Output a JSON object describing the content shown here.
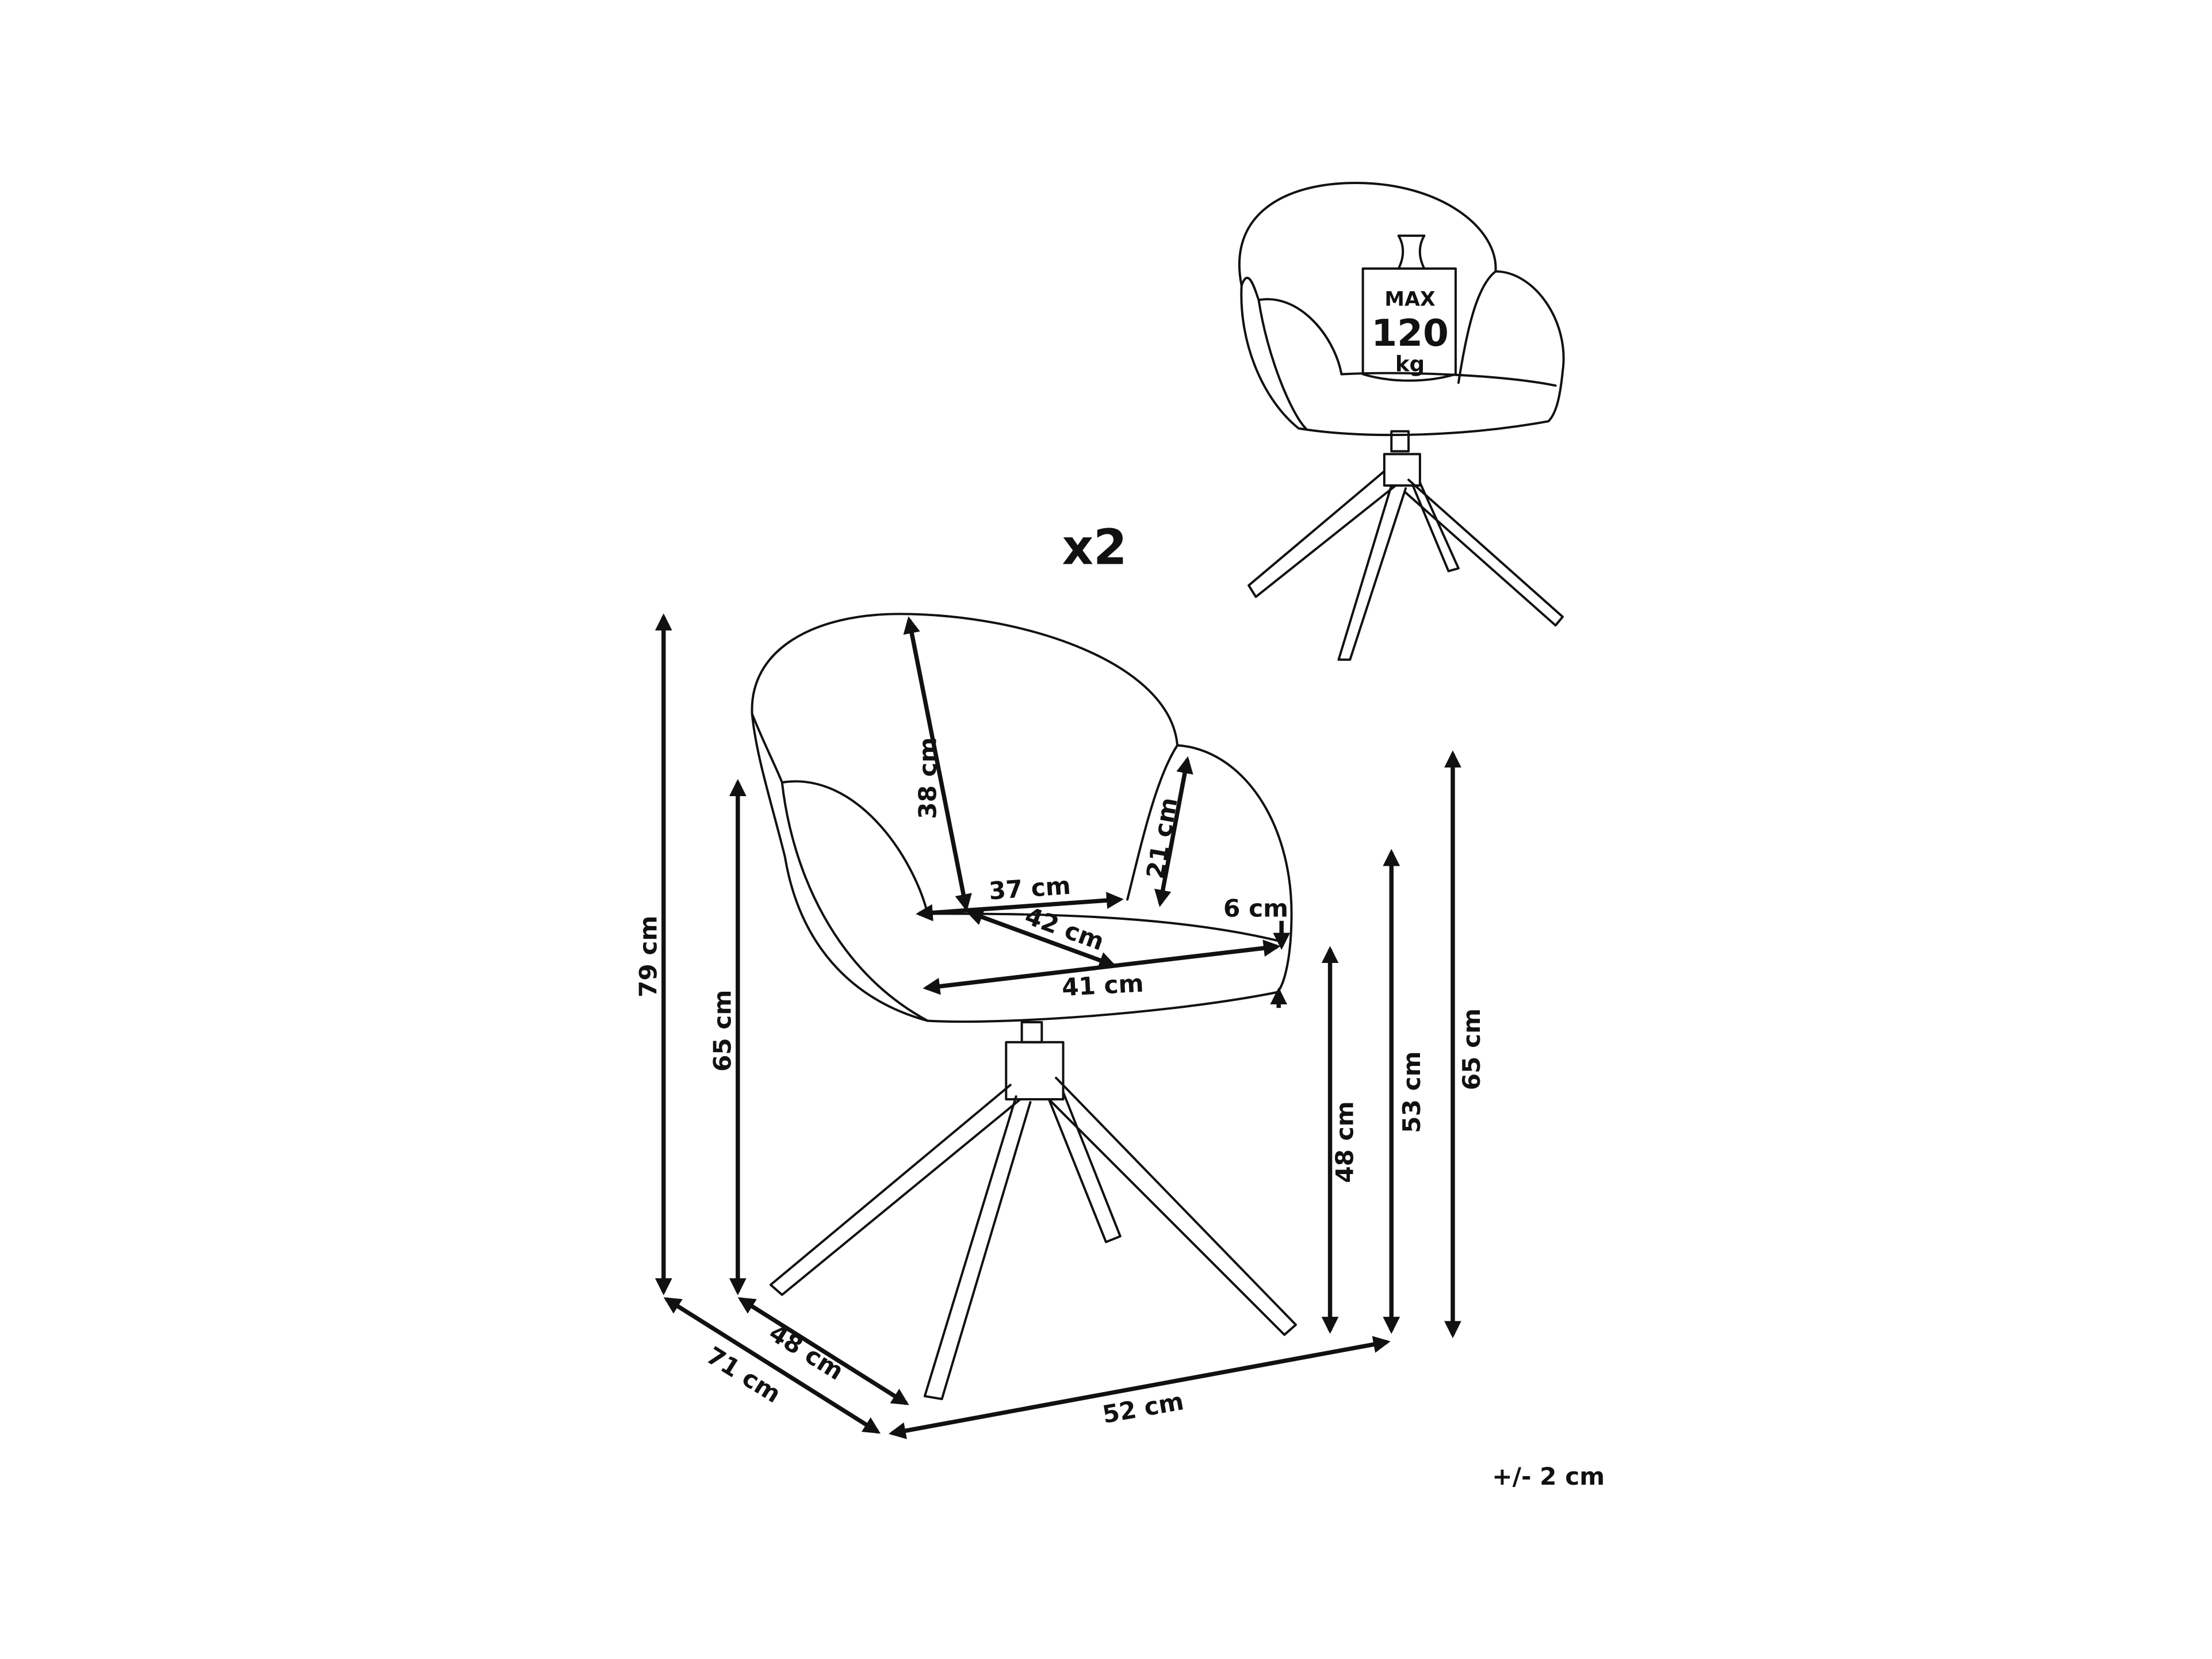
{
  "quantity": "x2",
  "tolerance": "+/- 2 cm",
  "weight_badge": {
    "line1": "MAX",
    "line2": "120",
    "line3": "kg"
  },
  "dimensions": {
    "total_height": "79 cm",
    "armrest_height": "65 cm",
    "seat_height": "48 cm",
    "seat_top_height": "53 cm",
    "armrest_height_right": "65 cm",
    "total_depth": "71 cm",
    "seat_depth_base": "48 cm",
    "width": "52 cm",
    "backrest_height": "38 cm",
    "armrest_inner_height": "21 cm",
    "seat_width_back": "37 cm",
    "seat_depth": "42 cm",
    "seat_width_front": "41 cm",
    "seat_thickness": "6 cm"
  }
}
